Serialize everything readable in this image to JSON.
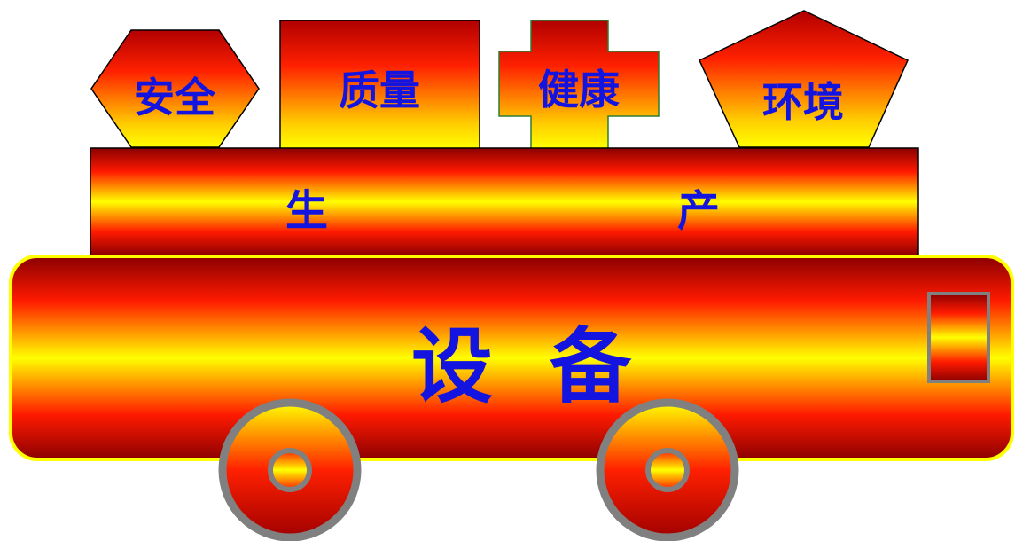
{
  "diagram": {
    "top_blocks": [
      {
        "label": "安全",
        "shape": "hexagon"
      },
      {
        "label": "质量",
        "shape": "rectangle"
      },
      {
        "label": "健康",
        "shape": "cross"
      },
      {
        "label": "环境",
        "shape": "pentagon"
      }
    ],
    "middle_block": {
      "left_label": "生",
      "right_label": "产"
    },
    "base_block": {
      "label": "设  备"
    },
    "colors": {
      "dark_red": "#8b0000",
      "red": "#ff0000",
      "yellow": "#ffff00",
      "text_blue": "#1414e0",
      "outline": "#808080"
    }
  }
}
